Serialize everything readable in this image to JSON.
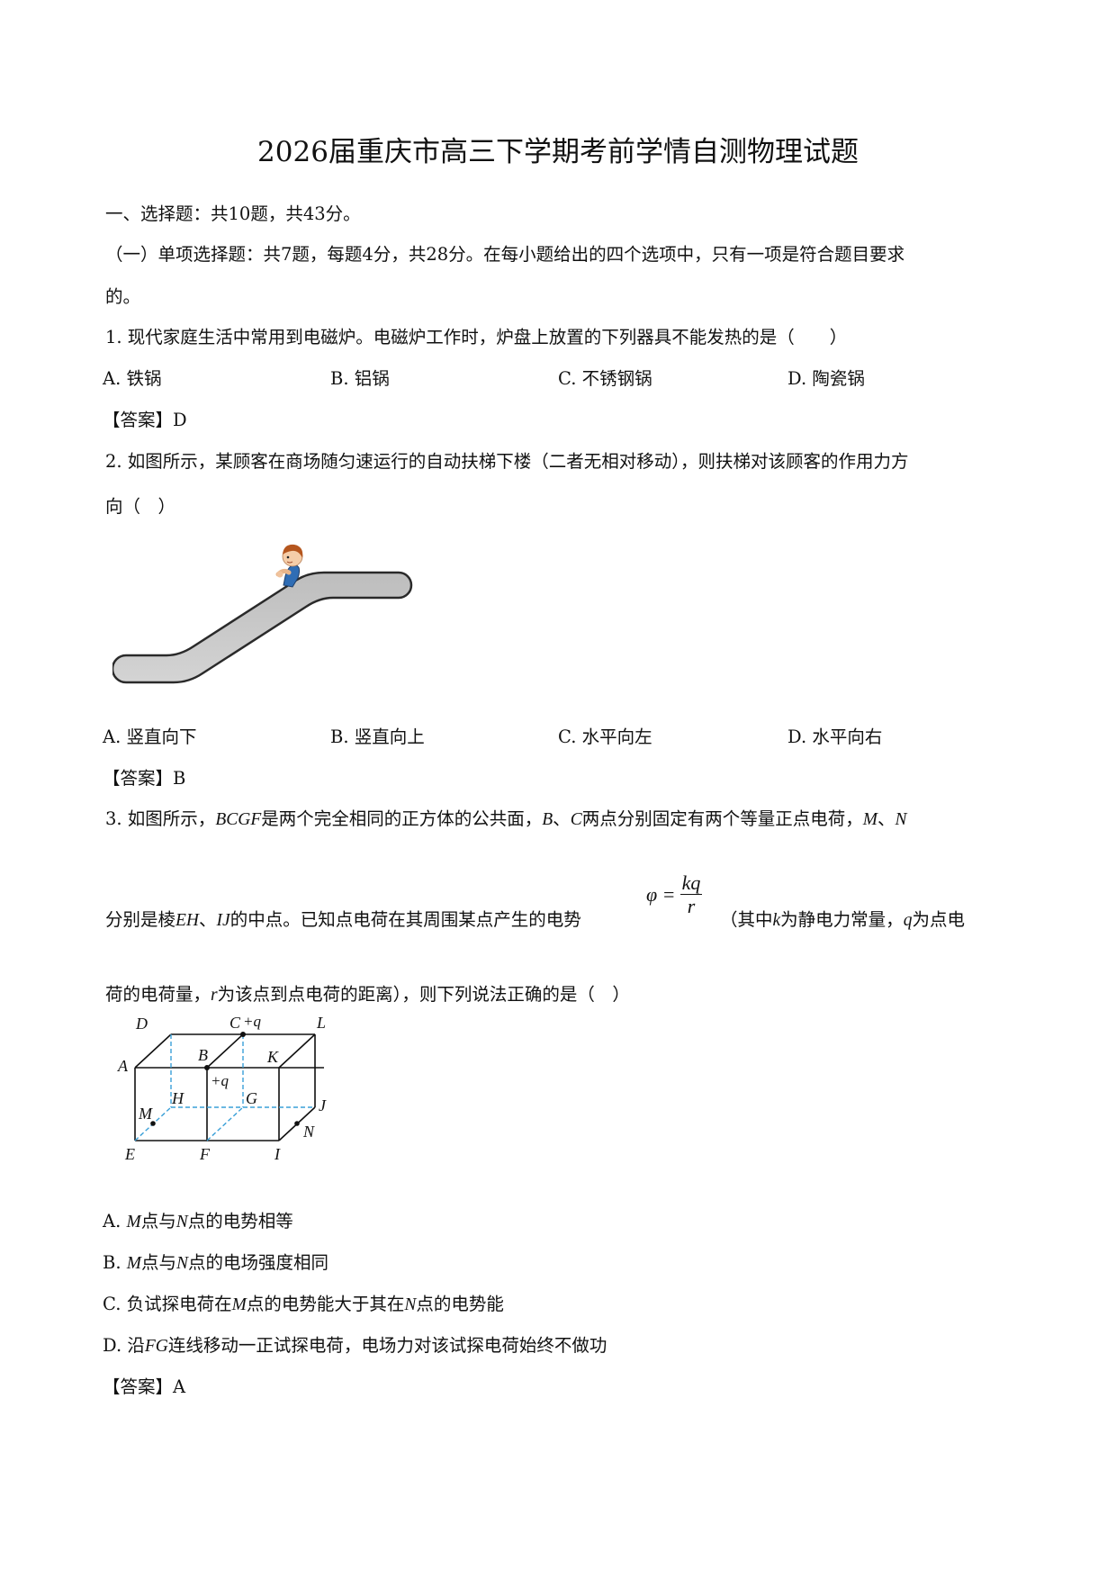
{
  "title": "2026届重庆市高三下学期考前学情自测物理试题",
  "section": {
    "heading": "一、选择题：共10题，共43分。",
    "sub_line1": "（一）单项选择题：共7题，每题4分，共28分。在每小题给出的四个选项中，只有一项是符合题目要求",
    "sub_line2": "的。"
  },
  "q1": {
    "stem": "1. 现代家庭生活中常用到电磁炉。电磁炉工作时，炉盘上放置的下列器具不能发热的是（　　）",
    "options": [
      "A. 铁锅",
      "B. 铝锅",
      "C. 不锈钢锅",
      "D. 陶瓷锅"
    ],
    "answer": "【答案】D"
  },
  "q2": {
    "stem_line1": "2. 如图所示，某顾客在商场随匀速运行的自动扶梯下楼（二者无相对移动），则扶梯对该顾客的作用力方",
    "stem_line2": "向（　）",
    "options": [
      "A. 竖直向下",
      "B. 竖直向上",
      "C. 水平向左",
      "D. 水平向右"
    ],
    "answer": "【答案】B"
  },
  "q3": {
    "l1_a": "3. 如图所示，",
    "l1_bcgf": "BCGF",
    "l1_b": "是两个完全相同的正方体的公共面，",
    "l1_B": "B",
    "l1_sep": "、",
    "l1_C": "C",
    "l1_c": "两点分别固定有两个等量正点电荷，",
    "l1_M": "M",
    "l1_sep2": "、",
    "l1_N": "N",
    "l2_a": "分别是棱",
    "l2_EH": "EH",
    "l2_sep": "、",
    "l2_IJ": "IJ",
    "l2_b": "的中点。已知点电荷在其周围某点产生的电势",
    "phi": "φ =",
    "frac_num": "kq",
    "frac_den": "r",
    "l2_c": "（其中",
    "l2_k": "k",
    "l2_d": "为静电力常量，",
    "l2_q": "q",
    "l2_e": "为点电",
    "l3_a": "荷的电荷量，",
    "l3_r": "r",
    "l3_b": "为该点到点电荷的距离），则下列说法正确的是（　）",
    "labels": {
      "A": "A",
      "B": "B",
      "C": "C",
      "D": "D",
      "E": "E",
      "F": "F",
      "G": "G",
      "H": "H",
      "I": "I",
      "J": "J",
      "K": "K",
      "L": "L",
      "M": "M",
      "N": "N",
      "qC": "+q",
      "qB": "+q"
    },
    "optA_pre": "A. ",
    "optA_M": "M",
    "optA_mid": "点与",
    "optA_N": "N",
    "optA_post": "点的电势相等",
    "optB_pre": "B. ",
    "optB_M": "M",
    "optB_mid": "点与",
    "optB_N": "N",
    "optB_post": "点的电场强度相同",
    "optC_pre": "C. 负试探电荷在",
    "optC_M": "M",
    "optC_mid": "点的电势能大于其在",
    "optC_N": "N",
    "optC_post": "点的电势能",
    "optD_pre": "D. 沿",
    "optD_FG": "FG",
    "optD_post": "连线移动一正试探电荷，电场力对该试探电荷始终不做功",
    "answer": "【答案】A"
  }
}
